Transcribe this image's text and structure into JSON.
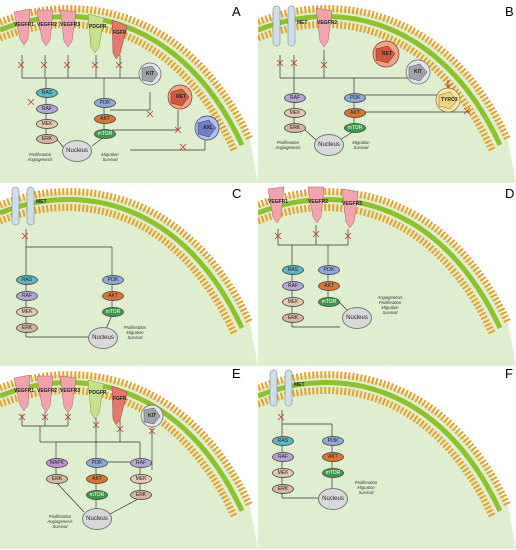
{
  "colors": {
    "membrane_orange": "#e7a12a",
    "membrane_green": "#8fc02e",
    "cytoplasm_green": "#d7ebc4",
    "vegfr": "#f2a3ad",
    "pdgfr": "#c7e08b",
    "fgfr": "#e8776b",
    "met": "#cfdde6",
    "ras": "#57b9c6",
    "raf": "#b6a6d8",
    "mek": "#e8c9b0",
    "erk": "#d8b79e",
    "pi3k": "#8fa9dd",
    "akt": "#e0732f",
    "mtor": "#3e9a48",
    "mapk": "#c292d6",
    "kit_grey": "#9ea3a8",
    "ret_red": "#d2583a",
    "axl_blue": "#6f7fc6",
    "yellow_tam": "#f0d27a"
  },
  "panels": [
    {
      "label": "A",
      "receptors": [
        "VEGFR1",
        "VEGFR2",
        "VEGFR3",
        "PDGFR",
        "FGFR"
      ],
      "ring_receptors": [
        "KIT",
        "RET",
        "AXL"
      ],
      "nodes": [
        "RAS",
        "RAF",
        "MEK",
        "ERK",
        "PI3K",
        "AKT",
        "mTOR"
      ],
      "nucleus": "Nucleus",
      "note_left": "Proliferation\nAngiogenesis",
      "note_right": "Migration\nSurvival"
    },
    {
      "label": "B",
      "receptors": [
        "MET",
        "VEGFR2"
      ],
      "ring_receptors": [
        "RET",
        "KIT",
        "TYRO3"
      ],
      "nodes": [
        "RAF",
        "MEK",
        "ERK",
        "PI3K",
        "AKT",
        "mTOR"
      ],
      "nucleus": "Nucleus",
      "note_left": "Proliferation\nAngiogenesis",
      "note_right": "Migration\nSurvival"
    },
    {
      "label": "C",
      "receptors": [
        "MET"
      ],
      "nodes": [
        "RAS",
        "RAF",
        "MEK",
        "ERK",
        "PI3K",
        "AKT",
        "mTOR"
      ],
      "nucleus": "Nucleus",
      "note_right": "Proliferation\nMigration\nSurvival"
    },
    {
      "label": "D",
      "receptors": [
        "VEGFR1",
        "VEGFR2",
        "VEGFR3"
      ],
      "nodes": [
        "RAS",
        "RAF",
        "MEK",
        "ERK",
        "PI3K",
        "AKT",
        "mTOR"
      ],
      "nucleus": "Nucleus",
      "note_right": "Angiogenesis\nProliferation\nMigration\nSurvival"
    },
    {
      "label": "E",
      "receptors": [
        "VEGFR1",
        "VEGFR2",
        "VEGFR3",
        "PDGFR",
        "FGFR"
      ],
      "ring_receptors": [
        "KIT"
      ],
      "nodes": [
        "MAPK",
        "ERK",
        "PI3K",
        "AKT",
        "mTOR",
        "RAF",
        "MEK",
        "ERK"
      ],
      "nucleus": "Nucleus",
      "note_left": "Proliferation\nAngiogenesis\nSurvival"
    },
    {
      "label": "F",
      "receptors": [
        "MET"
      ],
      "nodes": [
        "RAS",
        "RAF",
        "MEK",
        "ERK",
        "PI3K",
        "AKT",
        "mTOR"
      ],
      "nucleus": "Nucleus",
      "note_right": "Proliferation\nMigration\nSurvival"
    }
  ]
}
